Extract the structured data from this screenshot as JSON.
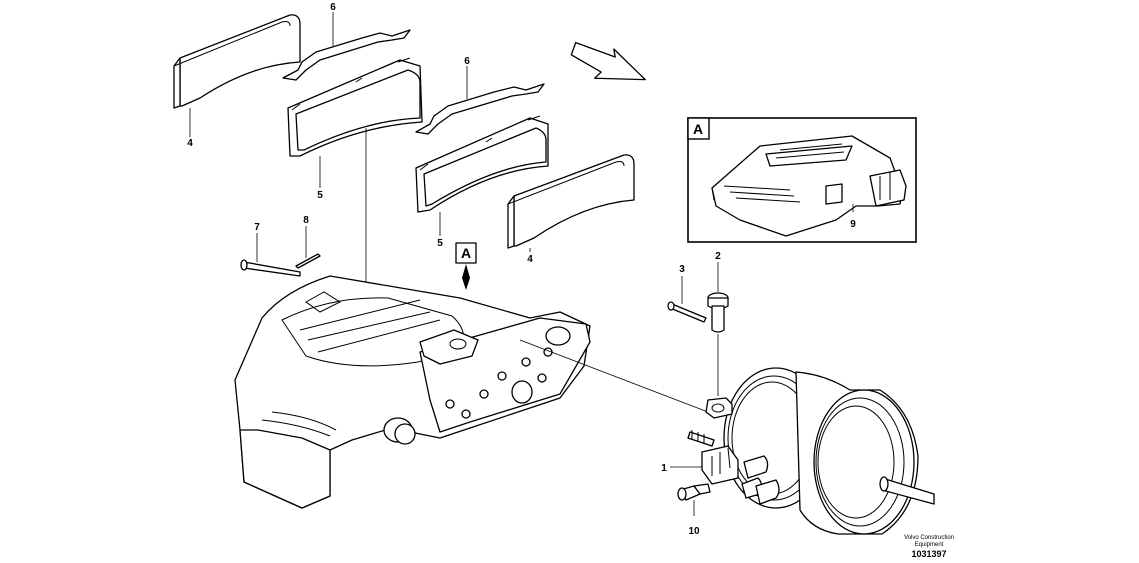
{
  "callouts": {
    "c1": "1",
    "c2": "2",
    "c3": "3",
    "c4a": "4",
    "c4b": "4",
    "c5a": "5",
    "c5b": "5",
    "c6a": "6",
    "c6b": "6",
    "c7": "7",
    "c8": "8",
    "c9": "9",
    "c10": "10"
  },
  "view_marker": "A",
  "detail_box_label": "A",
  "credit": {
    "line1": "Volvo Construction",
    "line2": "Equipment"
  },
  "doc_number": "1031397",
  "icons": {
    "direction": "arrow-icon"
  }
}
